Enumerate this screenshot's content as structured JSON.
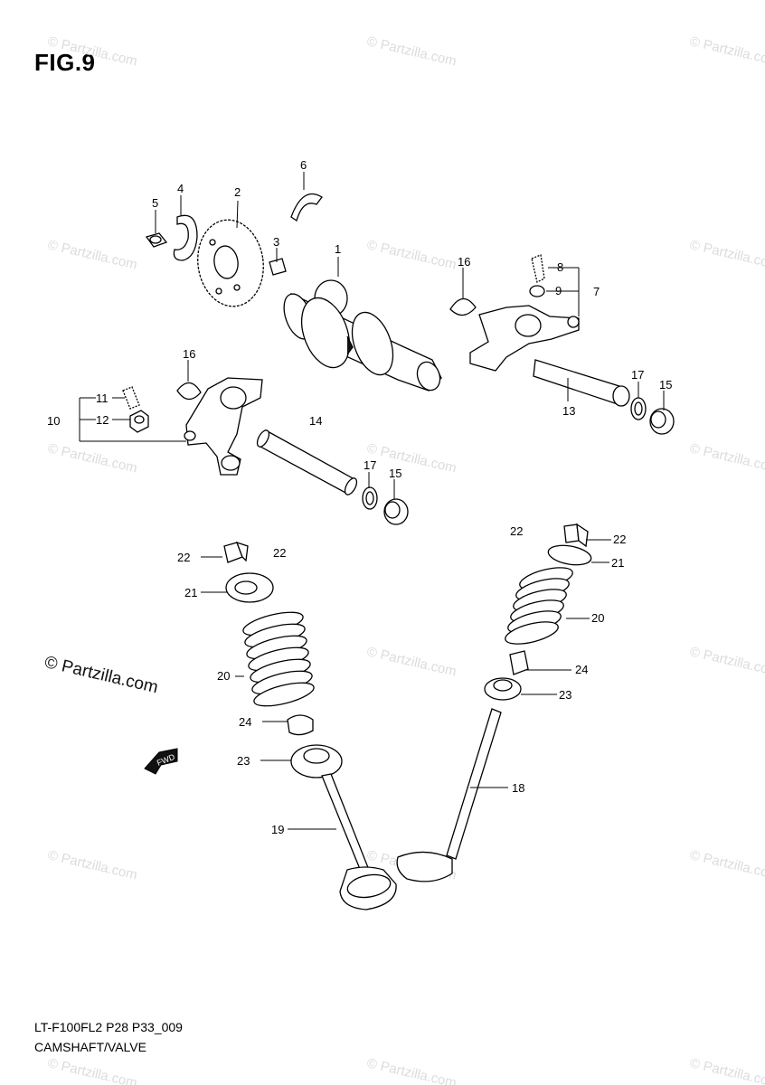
{
  "figure": {
    "title": "FIG.9",
    "model_code": "LT-F100FL2 P28 P33_009",
    "caption": "CAMSHAFT/VALVE"
  },
  "watermark": {
    "main": "© Partzilla.com",
    "repeat": "© Partzilla.com"
  },
  "callouts": {
    "c1": "1",
    "c2": "2",
    "c3": "3",
    "c4": "4",
    "c5": "5",
    "c6": "6",
    "c7": "7",
    "c8": "8",
    "c9": "9",
    "c10": "10",
    "c11": "11",
    "c12": "12",
    "c13": "13",
    "c14": "14",
    "c15a": "15",
    "c15b": "15",
    "c16a": "16",
    "c16b": "16",
    "c17a": "17",
    "c17b": "17",
    "c18": "18",
    "c19": "19",
    "c20a": "20",
    "c20b": "20",
    "c21a": "21",
    "c21b": "21",
    "c22a": "22",
    "c22b": "22",
    "c22c": "22",
    "c22d": "22",
    "c23a": "23",
    "c23b": "23",
    "c24a": "24",
    "c24b": "24"
  },
  "fwd_icon": "forward-arrow-icon"
}
